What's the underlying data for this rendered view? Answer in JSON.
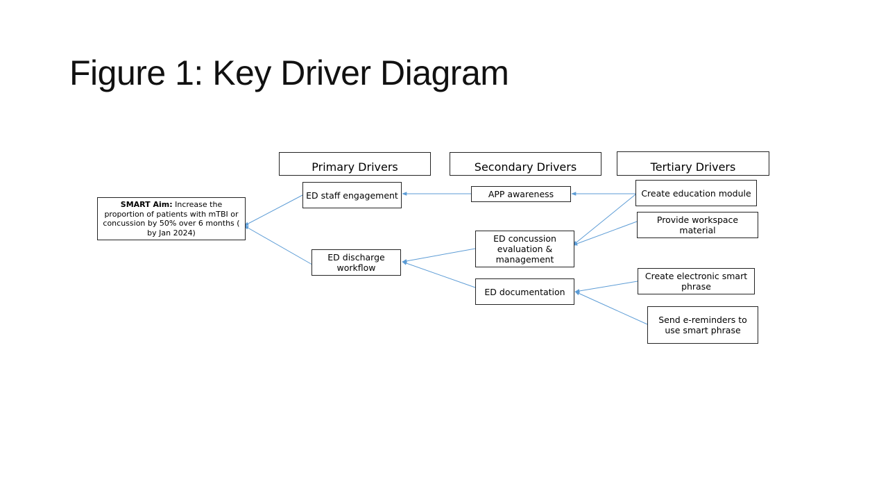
{
  "title": "Figure 1: Key Driver Diagram",
  "colors": {
    "arrow": "#5b9bd5",
    "border": "#222222"
  },
  "headers": {
    "primary": "Primary Drivers",
    "secondary": "Secondary Drivers",
    "tertiary": "Tertiary Drivers"
  },
  "aim": {
    "label": "SMART Aim:",
    "text": " Increase the proportion of patients with mTBI or concussion by 50% over 6 months ( by Jan 2024)"
  },
  "primary": {
    "staff": "ED staff engagement",
    "discharge": "ED discharge workflow"
  },
  "secondary": {
    "app": "APP awareness",
    "eval": "ED concussion evaluation & management",
    "doc": "ED documentation"
  },
  "tertiary": {
    "education": "Create education module",
    "workspace": "Provide workspace material",
    "phrase": "Create electronic smart phrase",
    "reminders": "Send e-reminders to use smart phrase"
  }
}
